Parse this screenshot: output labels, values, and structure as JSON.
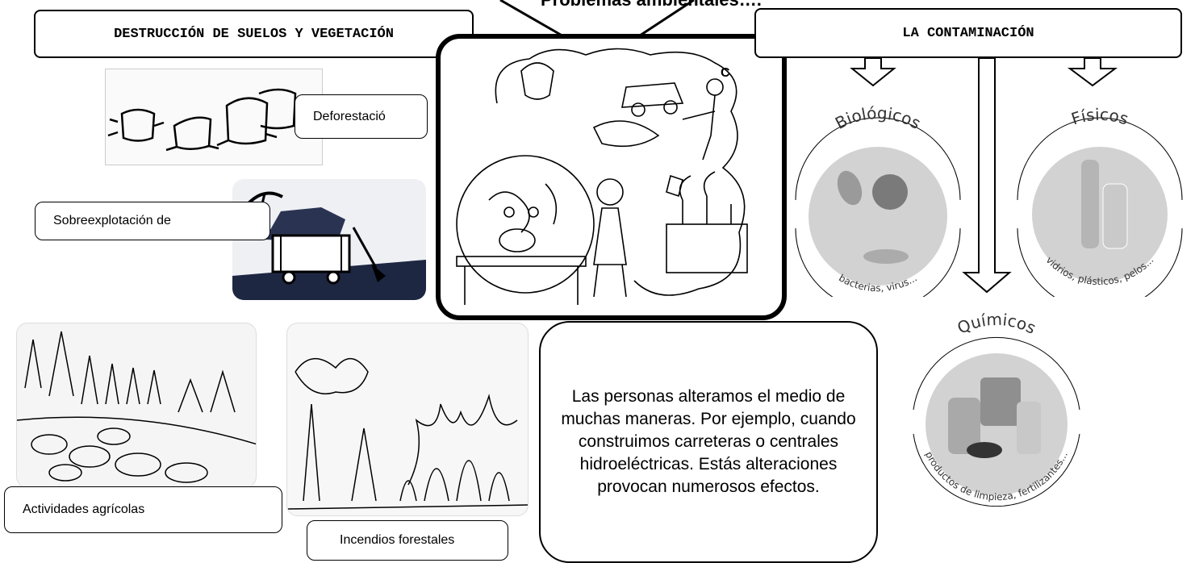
{
  "page": {
    "title": "Problemas ambientales….",
    "c_marker": "C"
  },
  "left": {
    "heading": "DESTRUCCIÓN DE SUELOS Y VEGETACIÓN",
    "labels": {
      "deforestacion": "Deforestació",
      "sobreexplotacion": "Sobreexplotación de",
      "agricolas": "Actividades agrícolas",
      "incendios": "Incendios forestales"
    }
  },
  "center": {
    "paragraph": "Las personas alteramos el medio de muchas maneras. Por ejemplo, cuando construimos carreteras o centrales hidroeléctricas. Estás alteraciones provocan numerosos efectos."
  },
  "right": {
    "heading": "LA CONTAMINACIÓN",
    "categories": [
      {
        "title": "Biológicos",
        "caption": "bacterias, virus..."
      },
      {
        "title": "Físicos",
        "caption": "vidrios, plásticos, pelos..."
      },
      {
        "title": "Químicos",
        "caption": "productos de limpieza, fertilizantes..."
      }
    ]
  },
  "colors": {
    "border": "#000000",
    "circle_fill": "#d2d2d2",
    "photo_dark": "#1e2742",
    "background": "#ffffff"
  }
}
